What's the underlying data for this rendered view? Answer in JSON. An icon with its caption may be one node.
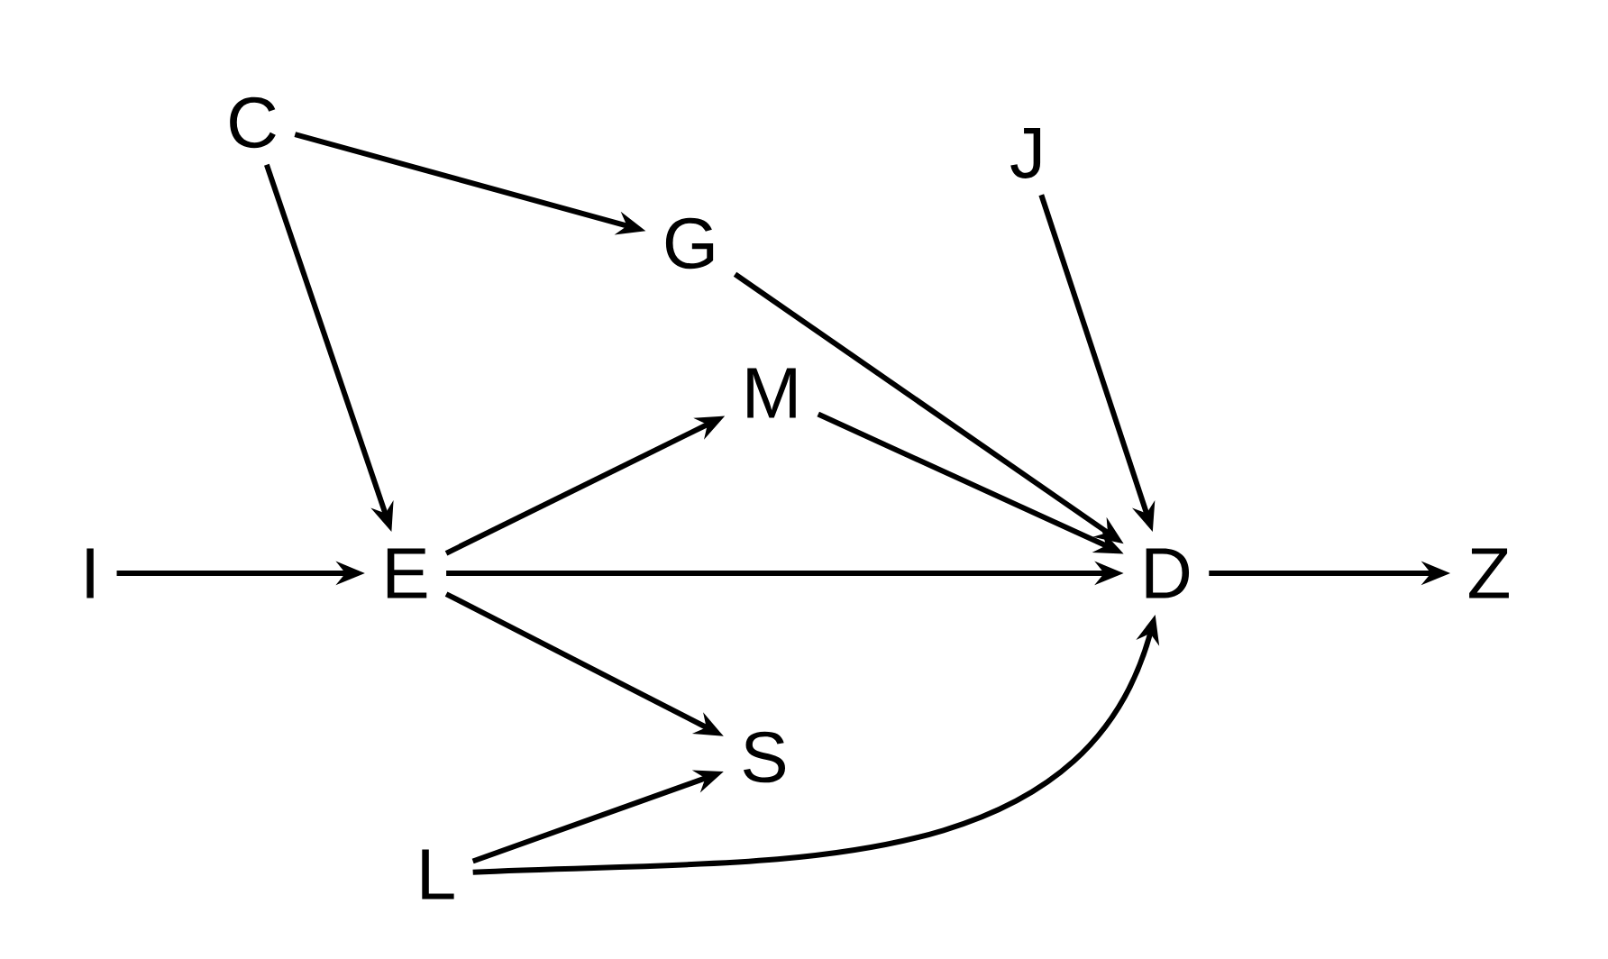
{
  "diagram": {
    "nodes": [
      {
        "text": [
          "C"
        ]
      },
      {
        "text": [
          "G"
        ]
      },
      {
        "text": [
          "J"
        ]
      },
      {
        "text": [
          "M"
        ]
      },
      {
        "text": [
          "I"
        ]
      },
      {
        "text": [
          "E"
        ]
      },
      {
        "text": [
          "D"
        ]
      },
      {
        "text": [
          "Z"
        ]
      },
      {
        "text": [
          "S"
        ]
      },
      {
        "text": [
          "L"
        ]
      }
    ],
    "edges": [
      {
        "from": 0,
        "to": 1,
        "arrow": "to"
      },
      {
        "from": 0,
        "to": 5,
        "arrow": "to"
      },
      {
        "from": 1,
        "to": 6,
        "arrow": "to"
      },
      {
        "from": 2,
        "to": 6,
        "arrow": "to"
      },
      {
        "from": 5,
        "to": 3,
        "arrow": "to"
      },
      {
        "from": 3,
        "to": 6,
        "arrow": "to"
      },
      {
        "from": 4,
        "to": 5,
        "arrow": "to"
      },
      {
        "from": 5,
        "to": 6,
        "arrow": "to"
      },
      {
        "from": 6,
        "to": 7,
        "arrow": "to"
      },
      {
        "from": 5,
        "to": 8,
        "arrow": "to"
      },
      {
        "from": 9,
        "to": 8,
        "arrow": "to"
      },
      {
        "from": 9,
        "to": 6,
        "arrow": "to"
      }
    ]
  }
}
